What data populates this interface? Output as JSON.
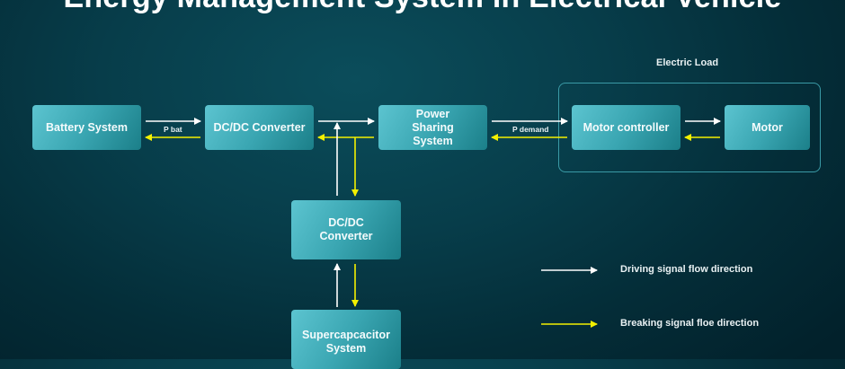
{
  "title": "Energy Management System in Electrical Vehicle",
  "group": {
    "electric_load_label": "Electric Load"
  },
  "blocks": {
    "battery": "Battery System",
    "dcdc_main": "DC/DC Converter",
    "power_sharing": "Power Sharing System",
    "motor_controller": "Motor controller",
    "motor": "Motor",
    "dcdc_aux": "DC/DC Converter",
    "supercapacitor": "Supercapcacitor System"
  },
  "flow_labels": {
    "p_bat": "P bat",
    "p_demand": "P demand"
  },
  "legend": {
    "driving": "Driving signal flow direction",
    "breaking": "Breaking signal floe direction"
  },
  "colors": {
    "driving_arrow": "#ffffff",
    "breaking_arrow": "#f4f000",
    "block_light": "#5cc4d0",
    "block_dark": "#1b7f89",
    "group_border": "#3a9aa6"
  }
}
